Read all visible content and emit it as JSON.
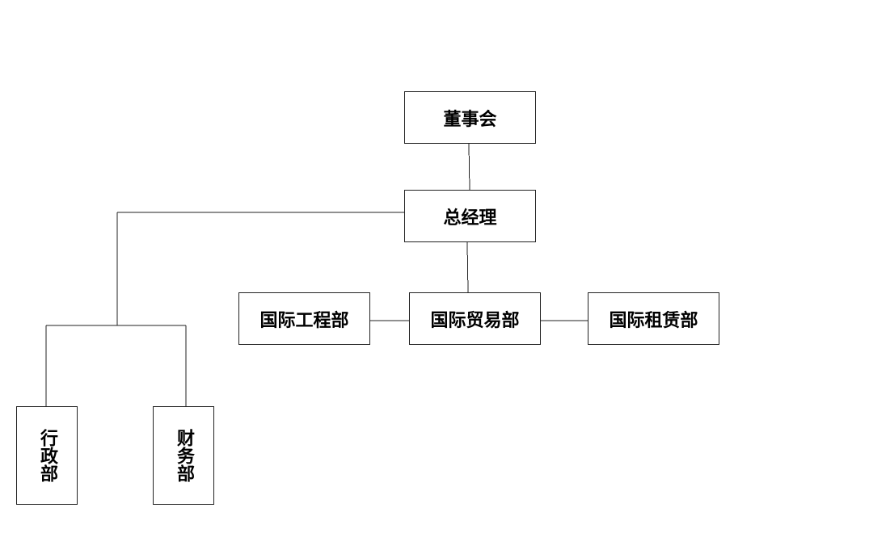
{
  "nodes": {
    "board": "董事会",
    "general_manager": "总经理",
    "intl_engineering": "国际工程部",
    "intl_trade": "国际贸易部",
    "intl_leasing": "国际租赁部",
    "administration": "行政部",
    "finance": "财务部"
  }
}
